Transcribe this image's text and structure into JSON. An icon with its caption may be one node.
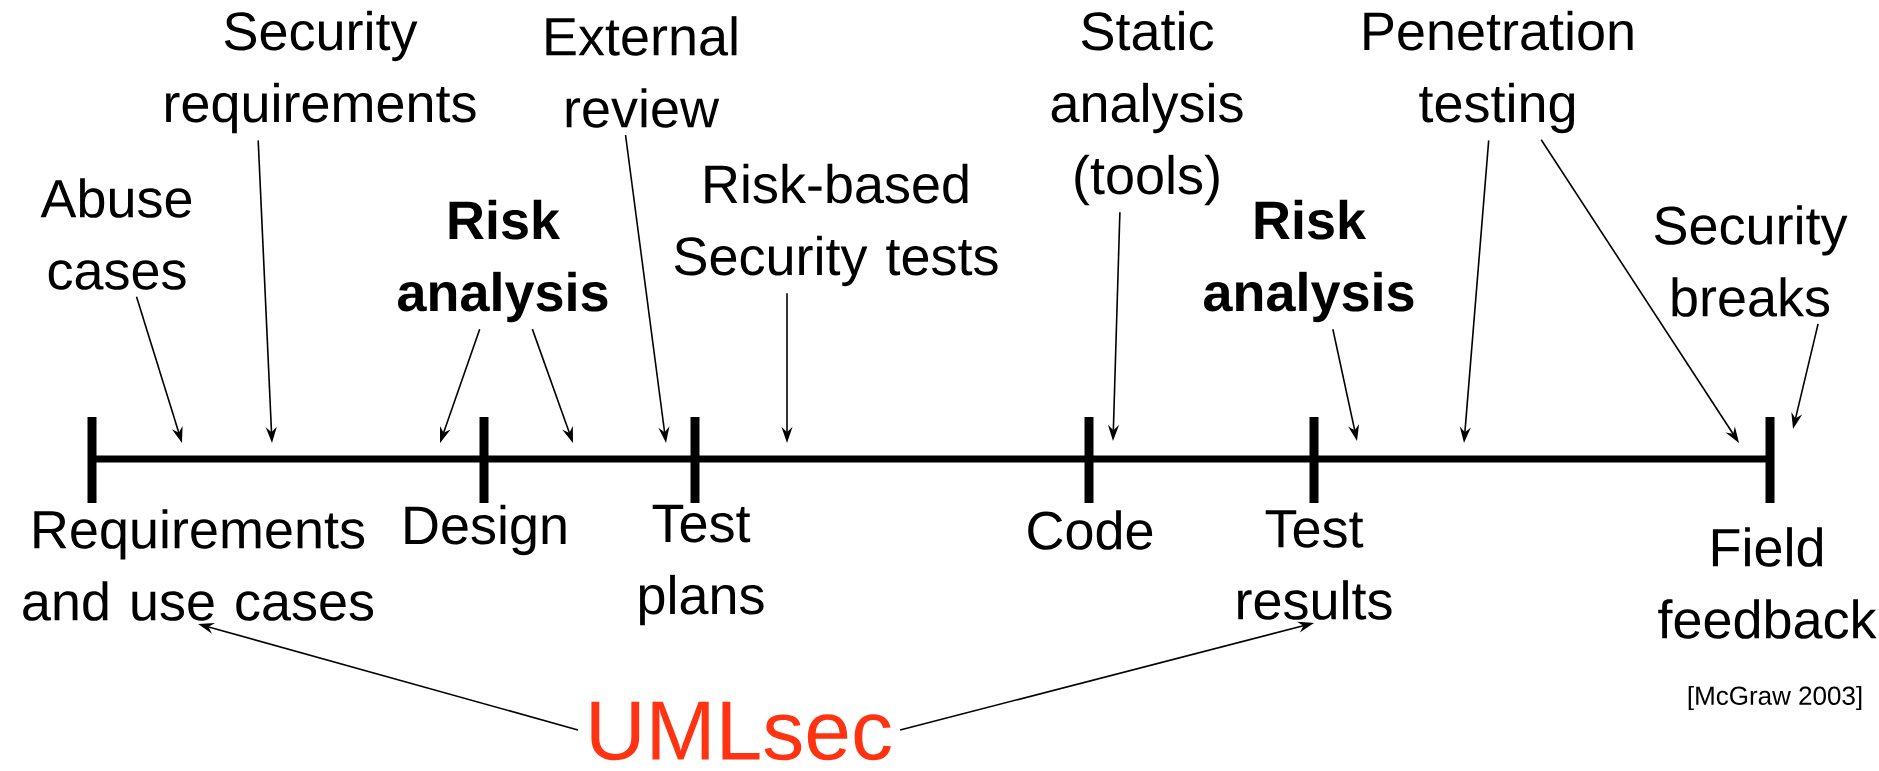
{
  "diagram": {
    "nodes": [
      {
        "text": [
          "Abuse cases"
        ]
      },
      {
        "text": [
          "Security requirements"
        ]
      },
      {
        "text": [
          "Risk analysis"
        ]
      },
      {
        "text": [
          "External review"
        ]
      },
      {
        "text": [
          "Risk-based Security tests"
        ]
      },
      {
        "text": [
          "Static analysis (tools)"
        ]
      },
      {
        "text": [
          "Risk analysis"
        ]
      },
      {
        "text": [
          "Penetration testing"
        ]
      },
      {
        "text": [
          "Security breaks"
        ]
      },
      {
        "text": [
          "Requirements and use cases"
        ]
      },
      {
        "text": [
          "Design"
        ]
      },
      {
        "text": [
          "Test plans"
        ]
      },
      {
        "text": [
          "Code"
        ]
      },
      {
        "text": [
          "Test results"
        ]
      },
      {
        "text": [
          "Field feedback"
        ]
      },
      {
        "text": [
          "UMLsec"
        ]
      }
    ],
    "edges": [
      {
        "from": 0,
        "to": null,
        "arrow": "to"
      },
      {
        "from": 1,
        "to": null,
        "arrow": "to"
      },
      {
        "from": 2,
        "to": null,
        "arrow": "to"
      },
      {
        "from": 2,
        "to": null,
        "arrow": "to"
      },
      {
        "from": 3,
        "to": null,
        "arrow": "to"
      },
      {
        "from": 4,
        "to": null,
        "arrow": "to"
      },
      {
        "from": 5,
        "to": null,
        "arrow": "to"
      },
      {
        "from": 6,
        "to": null,
        "arrow": "to"
      },
      {
        "from": 7,
        "to": null,
        "arrow": "to"
      },
      {
        "from": 7,
        "to": null,
        "arrow": "to"
      },
      {
        "from": 8,
        "to": null,
        "arrow": "to"
      },
      {
        "from": 15,
        "to": 9,
        "arrow": "to"
      },
      {
        "from": 15,
        "to": 13,
        "arrow": "to"
      }
    ],
    "labels": [
      "[McGraw 2003]"
    ]
  }
}
